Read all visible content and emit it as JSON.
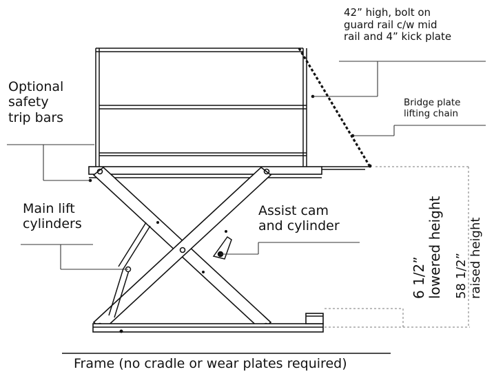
{
  "labels": {
    "guard_rail": [
      "42” high, bolt on",
      "guard rail c/w mid",
      "rail and 4” kick plate"
    ],
    "safety_trip": [
      "Optional",
      "safety",
      "trip bars"
    ],
    "bridge_chain": [
      "Bridge plate",
      "lifting chain"
    ],
    "main_lift": [
      "Main lift",
      "cylinders"
    ],
    "assist_cam": [
      "Assist cam",
      "and cylinder"
    ],
    "lowered": [
      "6  1/2”",
      "lowered height"
    ],
    "raised": [
      "58  1/2”",
      "raised height"
    ],
    "frame": "Frame (no cradle or wear plates required)"
  },
  "colors": {
    "line": "#111111",
    "leader": "#333333",
    "dashed": "#777777",
    "background": "#ffffff"
  }
}
